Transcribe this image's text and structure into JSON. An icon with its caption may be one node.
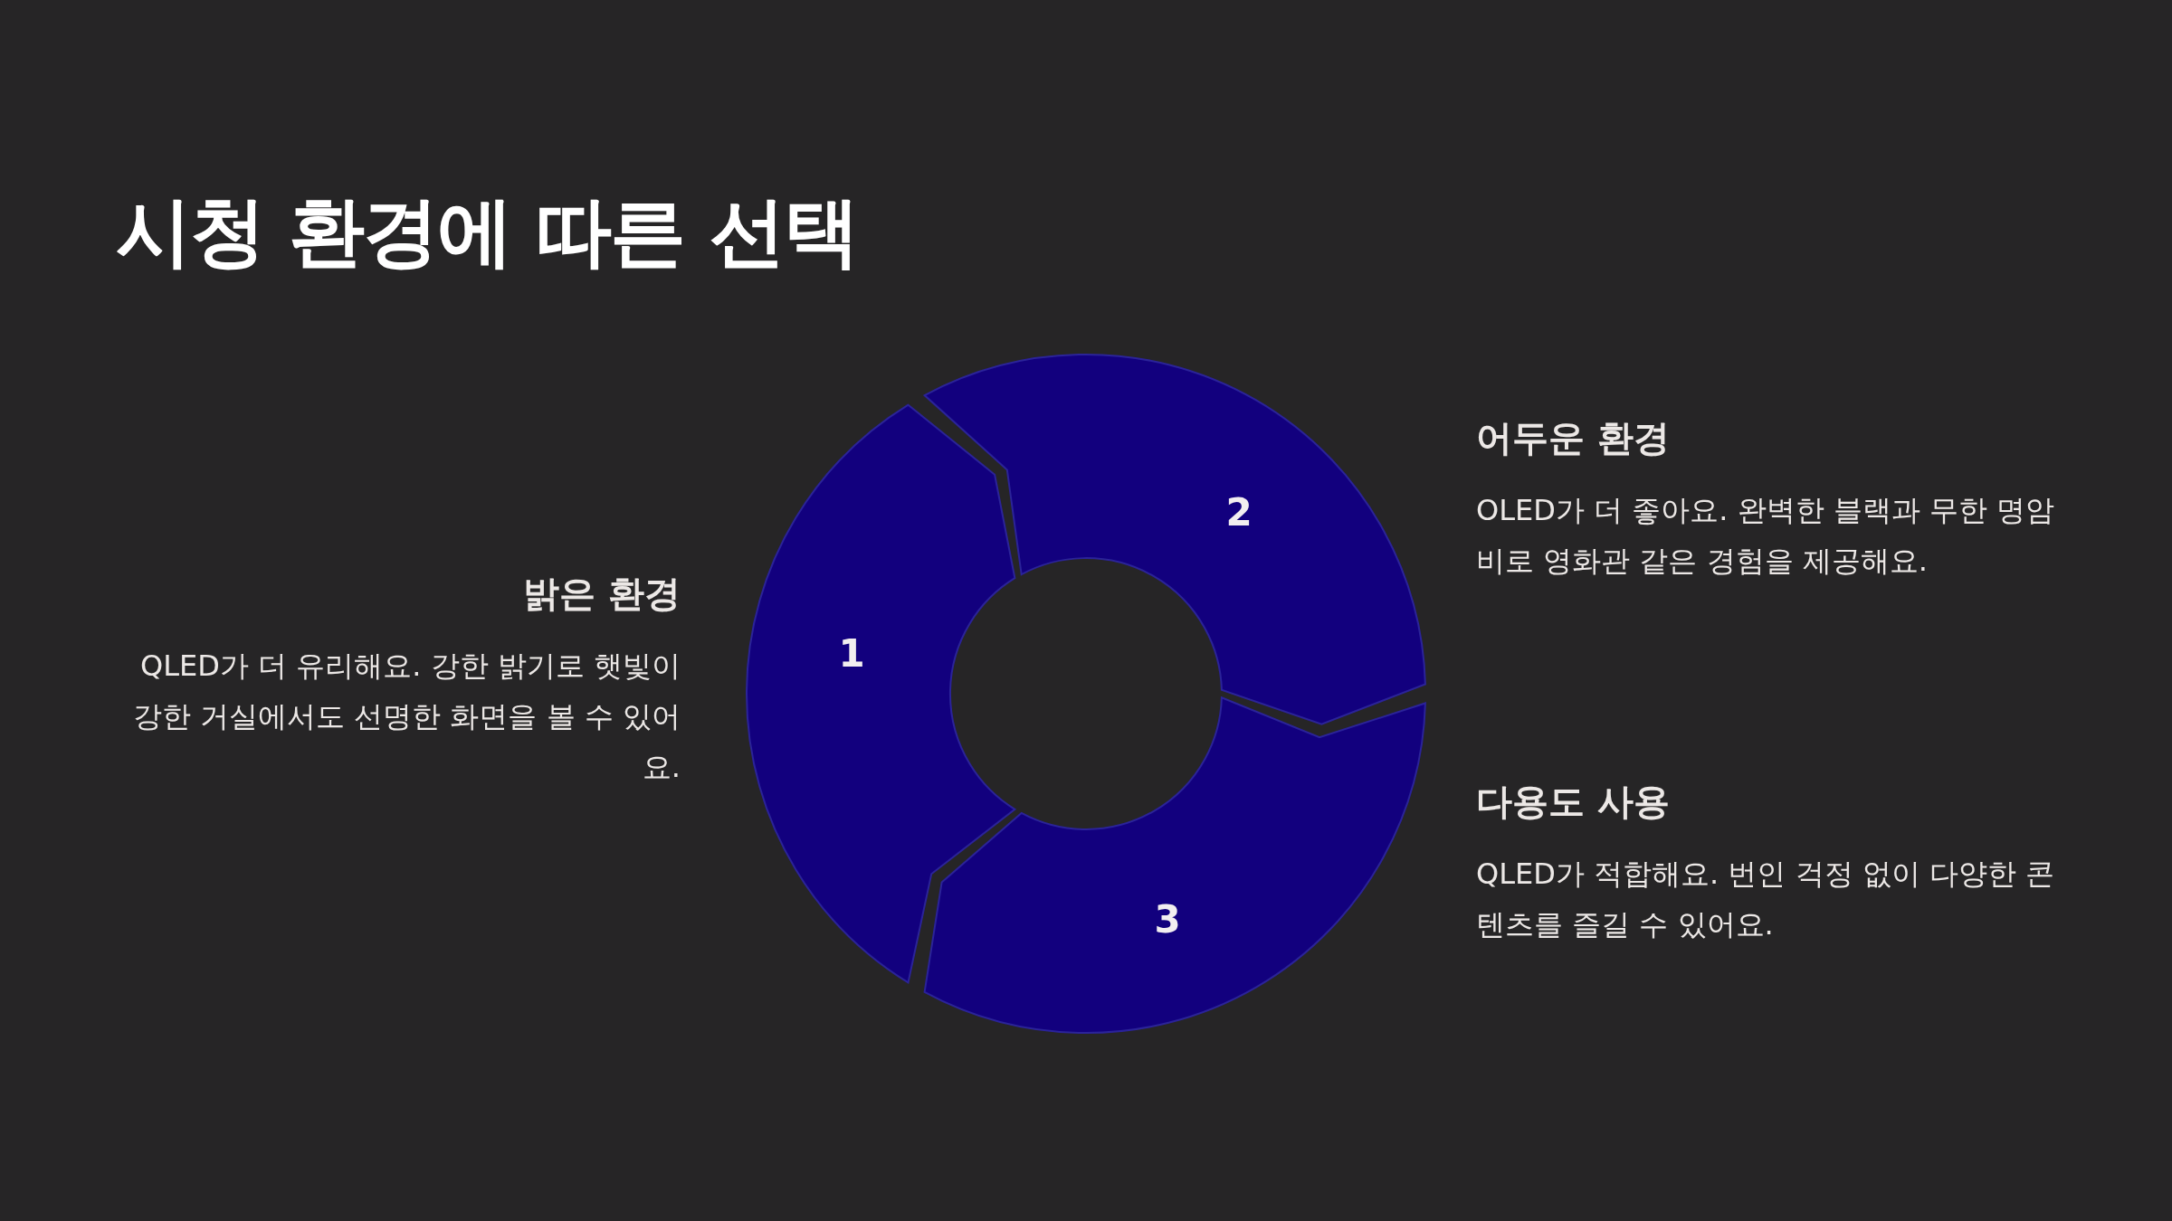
{
  "diagram": {
    "title": "시청 환경에 따른 선택",
    "nodes": [
      {
        "text": [
          "1"
        ],
        "beside": [
          "밝은 환경",
          "QLED가 더 유리해요. 강한 밝기로 햇빛이 강한 거실에서도 선명한 화면을 볼 수 있어요."
        ]
      },
      {
        "text": [
          "2"
        ],
        "beside": [
          "어두운 환경",
          "OLED가 더 좋아요. 완벽한 블랙과 무한 명암비로 영화관 같은 경험을 제공해요."
        ]
      },
      {
        "text": [
          "3"
        ],
        "beside": [
          "다용도 사용",
          "QLED가 적합해요. 번인 걱정 없이 다양한 콘텐츠를 즐길 수 있어요."
        ]
      }
    ]
  }
}
